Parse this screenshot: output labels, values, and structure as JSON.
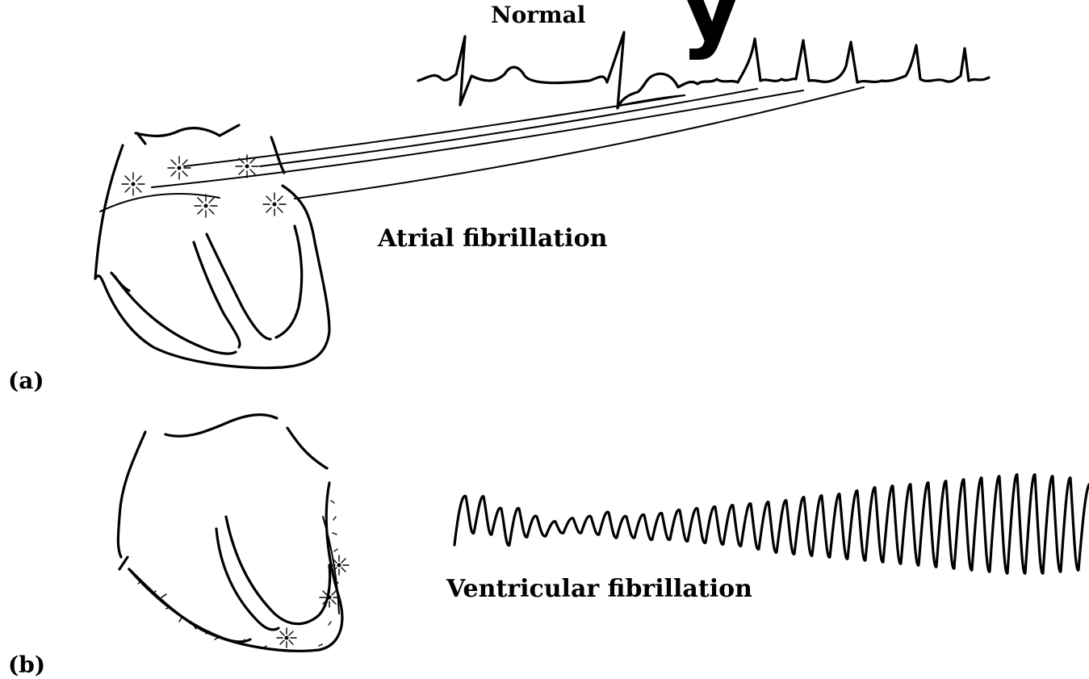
{
  "labels": {
    "normal": "Normal",
    "atrial_fibrillation": "Atrial fibrillation",
    "ventricular_fibrillation": "Ventricular fibrillation",
    "panel_a": "(a)",
    "panel_b": "(b)",
    "cropped_heading_fragment": "y"
  },
  "colors": {
    "ink": "#000000",
    "background": "#ffffff"
  }
}
